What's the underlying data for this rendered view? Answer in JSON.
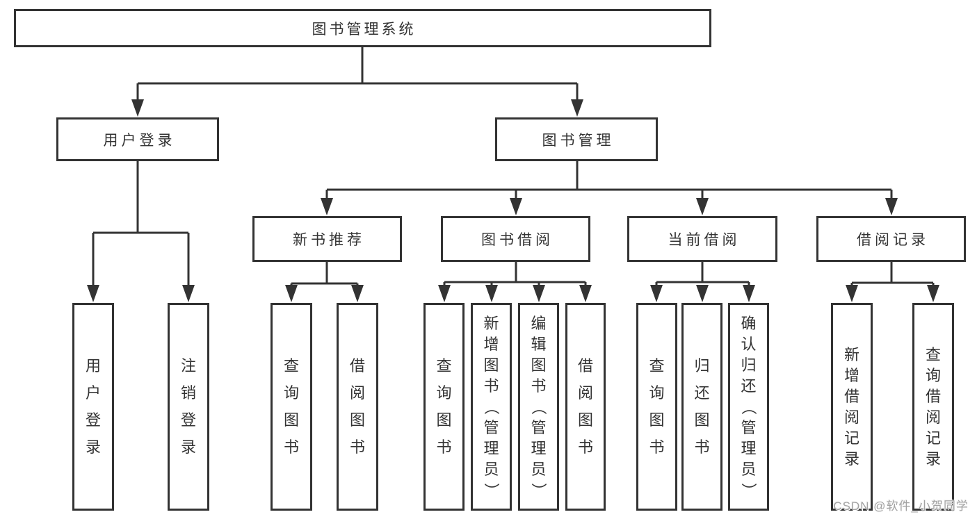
{
  "tree": {
    "root": "图书管理系统",
    "branches": [
      {
        "label": "用户登录",
        "children": [
          {
            "label": "用户登录"
          },
          {
            "label": "注销登录"
          }
        ]
      },
      {
        "label": "图书管理",
        "children": [
          {
            "label": "新书推荐",
            "children": [
              {
                "label": "查询图书"
              },
              {
                "label": "借阅图书"
              }
            ]
          },
          {
            "label": "图书借阅",
            "children": [
              {
                "label": "查询图书"
              },
              {
                "label": "新增图书（管理员）"
              },
              {
                "label": "编辑图书（管理员）"
              },
              {
                "label": "借阅图书"
              }
            ]
          },
          {
            "label": "当前借阅",
            "children": [
              {
                "label": "查询图书"
              },
              {
                "label": "归还图书"
              },
              {
                "label": "确认归还（管理员）"
              }
            ]
          },
          {
            "label": "借阅记录",
            "children": [
              {
                "label": "新增借阅记录"
              },
              {
                "label": "查询借阅记录"
              }
            ]
          }
        ]
      }
    ]
  },
  "watermark": "CSDN @软件_小贺同学",
  "colors": {
    "line": "#333333",
    "box_border": "#333333",
    "text": "#333333",
    "background": "#ffffff",
    "watermark": "#a2a2a2"
  }
}
